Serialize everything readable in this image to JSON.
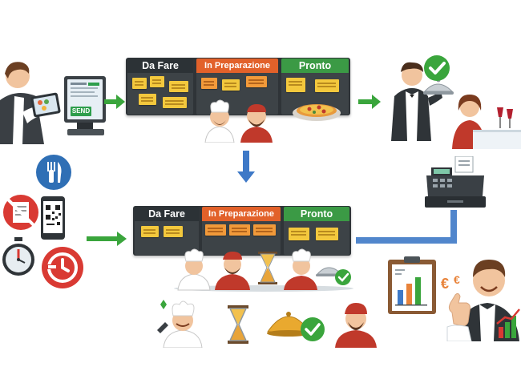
{
  "boards": {
    "top": {
      "col1": "Da Fare",
      "col2": "In Preparazione",
      "col3": "Pronto"
    },
    "bottom": {
      "col1": "Da Fare",
      "col2": "In Preparazione",
      "col3": "Pronto"
    }
  },
  "pos": {
    "send_label": "SEND"
  },
  "colors": {
    "todo_header": "#2c3236",
    "prep_header": "#e2612a",
    "ready_header": "#3b9a45",
    "arrow_green": "#3aa53c",
    "arrow_blue": "#3e79c7"
  },
  "icons": {
    "pos_terminal": "pos-terminal-icon",
    "cutlery": "cutlery-icon",
    "no_paper": "no-paper-icon",
    "qr_phone": "qr-phone-icon",
    "stopwatch": "stopwatch-icon",
    "time_saved": "time-saved-icon",
    "cash_register": "cash-register-icon",
    "growth_chart": "growth-chart-icon",
    "hourglass": "hourglass-icon",
    "cloche": "cloche-icon",
    "check": "check-icon",
    "pizza": "pizza-icon",
    "euro": "euro-icon"
  }
}
